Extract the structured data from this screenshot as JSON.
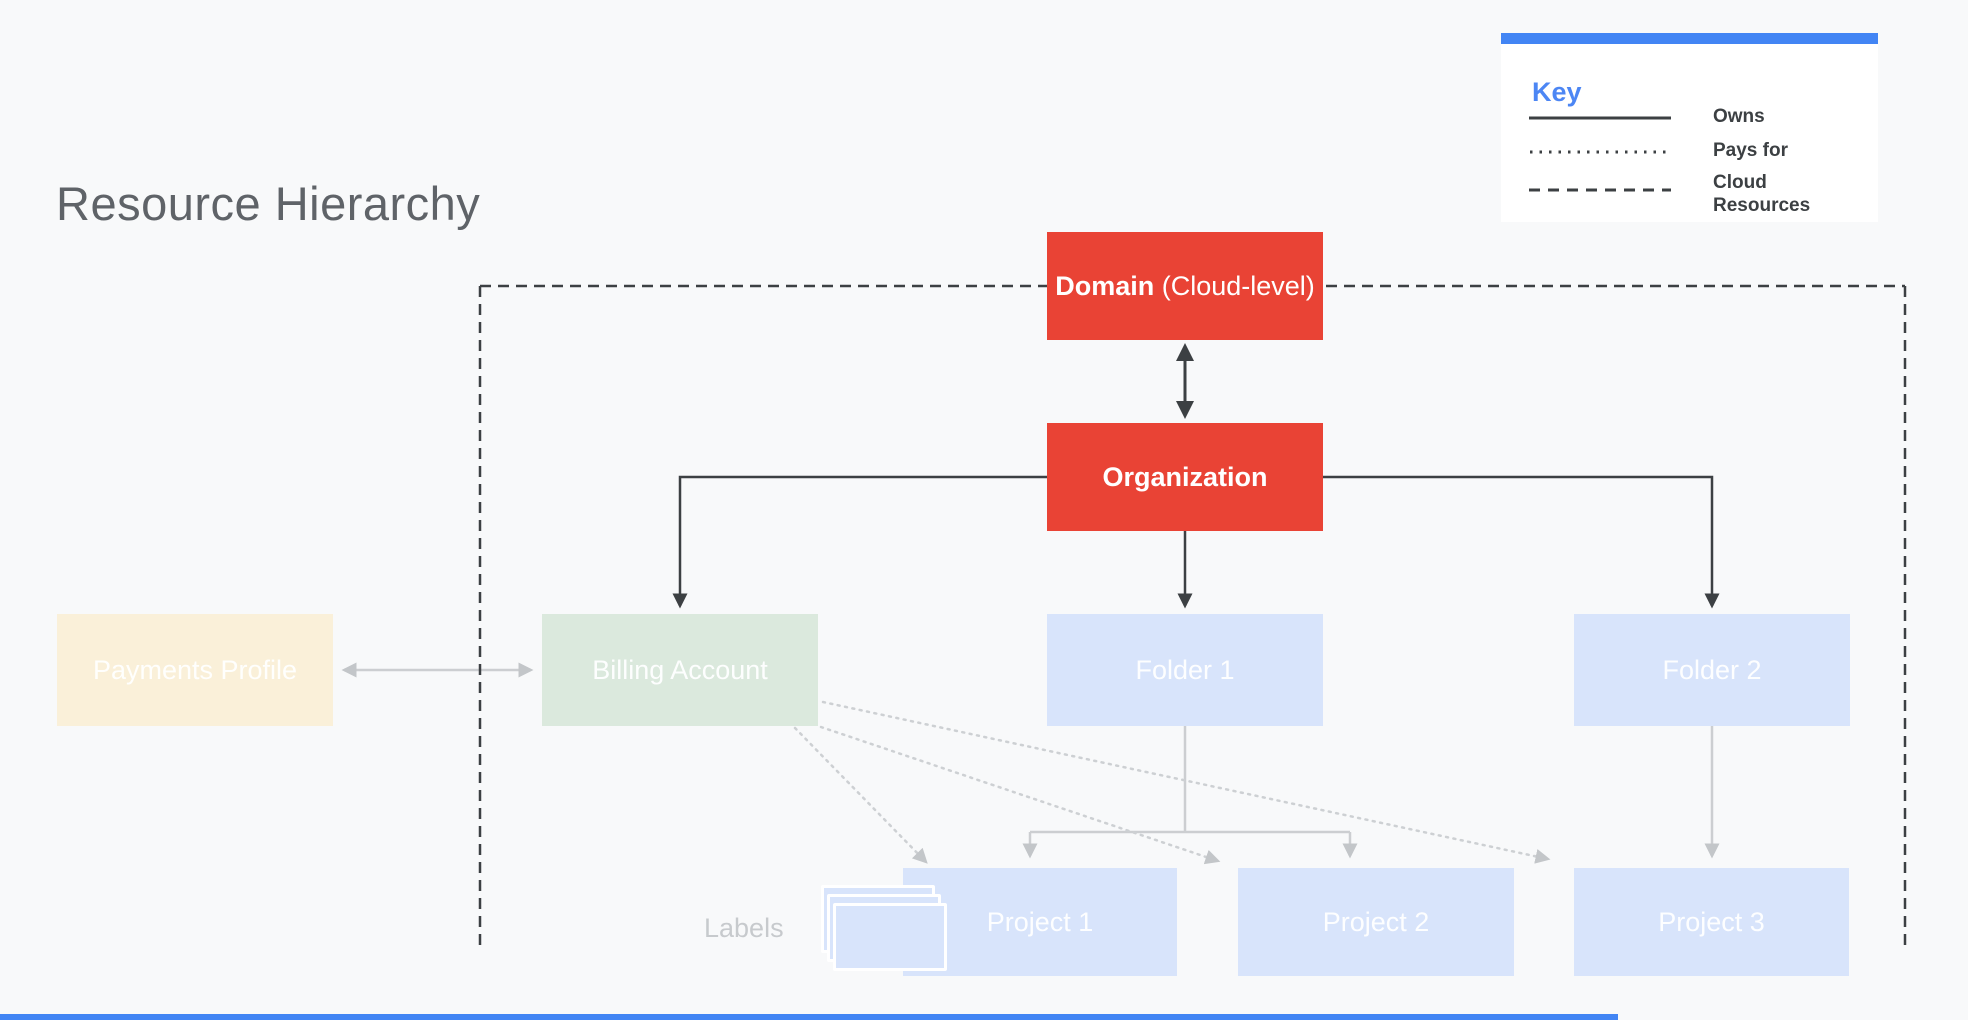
{
  "title": "Resource Hierarchy",
  "key": {
    "heading": "Key",
    "items": [
      {
        "style": "solid",
        "label": "Owns"
      },
      {
        "style": "dotted",
        "label": "Pays for"
      },
      {
        "style": "dashed",
        "label": "Cloud Resources"
      }
    ]
  },
  "nodes": {
    "domain": {
      "name": "Domain",
      "suffix": " (Cloud-level)",
      "color": "#e94335"
    },
    "organization": {
      "label": "Organization",
      "color": "#e94335"
    },
    "payments_profile": {
      "label": "Payments Profile",
      "color": "#faf0d9"
    },
    "billing_account": {
      "label": "Billing Account",
      "color": "#dbe9dd"
    },
    "folder_1": {
      "label": "Folder 1",
      "color": "#d8e4fb"
    },
    "folder_2": {
      "label": "Folder 2",
      "color": "#d8e4fb"
    },
    "project_1": {
      "label": "Project 1",
      "color": "#d8e4fb"
    },
    "project_2": {
      "label": "Project 2",
      "color": "#d8e4fb"
    },
    "project_3": {
      "label": "Project 3",
      "color": "#d8e4fb"
    }
  },
  "annotations": {
    "labels_caption": "Labels"
  },
  "edges": [
    {
      "from": "Domain",
      "to": "Organization",
      "type": "owns",
      "bidirectional": true
    },
    {
      "from": "Organization",
      "to": "Billing Account",
      "type": "owns"
    },
    {
      "from": "Organization",
      "to": "Folder 1",
      "type": "owns"
    },
    {
      "from": "Organization",
      "to": "Folder 2",
      "type": "owns"
    },
    {
      "from": "Payments Profile",
      "to": "Billing Account",
      "type": "owns",
      "bidirectional": true
    },
    {
      "from": "Folder 1",
      "to": "Project 1",
      "type": "owns"
    },
    {
      "from": "Folder 1",
      "to": "Project 2",
      "type": "owns"
    },
    {
      "from": "Folder 2",
      "to": "Project 3",
      "type": "owns"
    },
    {
      "from": "Billing Account",
      "to": "Project 1",
      "type": "pays_for"
    },
    {
      "from": "Billing Account",
      "to": "Project 2",
      "type": "pays_for"
    },
    {
      "from": "Billing Account",
      "to": "Project 3",
      "type": "pays_for"
    },
    {
      "boundary": "Cloud Resources",
      "type": "cloud_resources_dashed_region"
    }
  ],
  "colors": {
    "background": "#f8f9fa",
    "accent_blue": "#4285f4",
    "title_gray": "#5f6368",
    "dark_line": "#3c4043",
    "gray_line": "#ccced1",
    "node_red": "#e94335",
    "node_blue": "#d8e4fb",
    "node_green": "#dbe9dd",
    "node_cream": "#faf0d9"
  }
}
